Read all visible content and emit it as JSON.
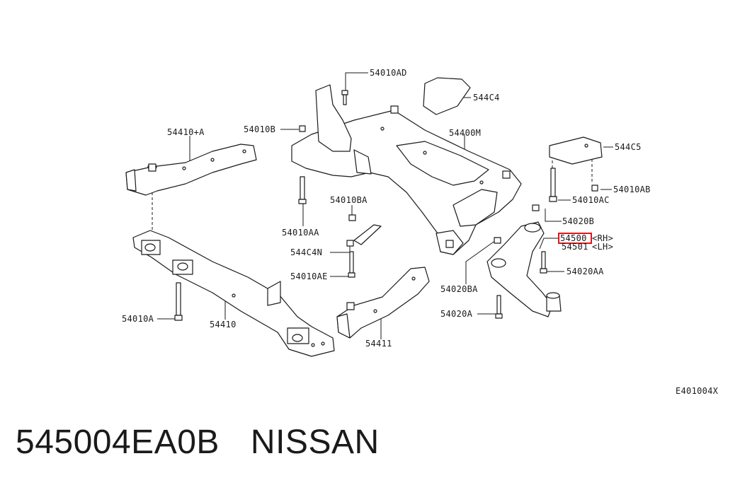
{
  "diagram": {
    "reference_code": "E401004X",
    "labels": {
      "p54010AD": "54010AD",
      "p544C4": "544C4",
      "p54410A": "54410+A",
      "p54010B": "54010B",
      "p54400M": "54400M",
      "p544C5": "544C5",
      "p54010AB": "54010AB",
      "p54010AC": "54010AC",
      "p54010BA": "54010BA",
      "p54020B": "54020B",
      "p54010AA": "54010AA",
      "p544C4N": "544C4N",
      "p54500": "54500",
      "p54500_side": "<RH>",
      "p54501": "54501",
      "p54501_side": "<LH>",
      "p54010AE": "54010AE",
      "p54020AA": "54020AA",
      "p54020BA": "54020BA",
      "p54010A": "54010A",
      "p54410": "54410",
      "p54411": "54411",
      "p54020A": "54020A"
    },
    "highlighted_part": "54500",
    "highlight_color": "#e0141c"
  },
  "caption": {
    "part_number": "545004EA0B",
    "brand": "NISSAN"
  }
}
